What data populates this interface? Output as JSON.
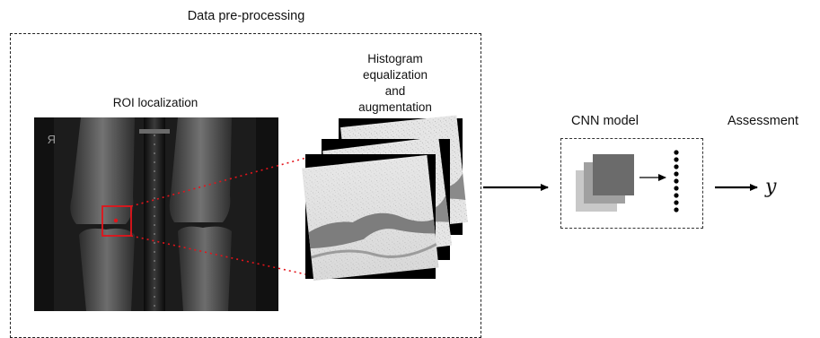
{
  "sections": {
    "preprocessing": {
      "title": "Data pre-processing"
    },
    "roi": {
      "title": "ROI localization",
      "xray_marker": "R"
    },
    "histogram": {
      "title_lines": [
        "Histogram",
        "equalization",
        "and",
        "augmentation"
      ]
    },
    "cnn": {
      "title": "CNN model"
    },
    "assessment": {
      "title": "Assessment",
      "output_symbol": "y"
    }
  },
  "colors": {
    "roi_highlight": "#e3141b",
    "dashed_border": "#222222",
    "layer_front": "#6b6b6b",
    "layer_mid": "#a0a0a0",
    "layer_back": "#c8c8c8"
  }
}
